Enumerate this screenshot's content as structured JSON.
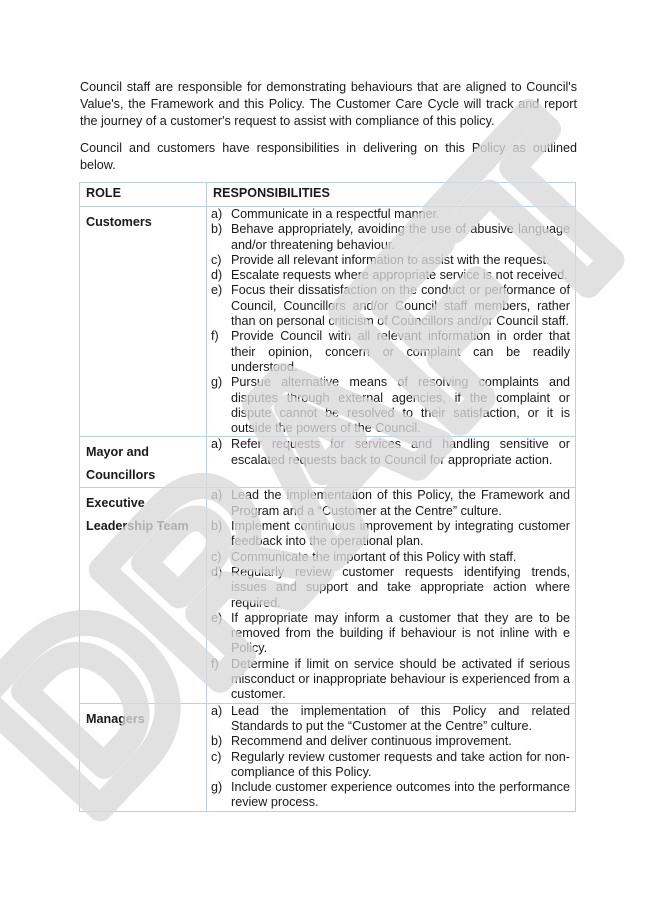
{
  "intro": {
    "paragraph1": "Council staff are responsible for demonstrating behaviours that are aligned to Council's Value's, the Framework and this Policy. The Customer Care Cycle will track and report the journey of a customer's request to assist with compliance of this policy.",
    "paragraph2": "Council and customers have responsibilities in delivering on this Policy as outlined below."
  },
  "table": {
    "headers": [
      "ROLE",
      "RESPONSIBILITIES"
    ],
    "rows": [
      {
        "role_lines": [
          "Customers"
        ],
        "items": [
          {
            "marker": "a)",
            "text": "Communicate in a respectful manner."
          },
          {
            "marker": "b)",
            "text": "Behave appropriately, avoiding the use of abusive language and/or threatening behaviour."
          },
          {
            "marker": "c)",
            "text": "Provide all relevant information to assist with the request."
          },
          {
            "marker": "d)",
            "text": "Escalate requests where appropriate service is not received."
          },
          {
            "marker": "e)",
            "text": "Focus their dissatisfaction on the conduct or performance of Council, Councillors and/or Council staff members, rather than on personal criticism of Councillors and/or Council staff."
          },
          {
            "marker": "f)",
            "text": "Provide Council with all relevant information in order that their opinion, concern or complaint can be readily understood."
          },
          {
            "marker": "g)",
            "text": "Pursue alternative means of resolving complaints and disputes through external agencies, if the complaint or dispute cannot be resolved to their satisfaction, or it is outside the powers of the Council."
          }
        ]
      },
      {
        "role_lines": [
          "Mayor and",
          "Councillors"
        ],
        "items": [
          {
            "marker": "a)",
            "text": "Refer requests for services and handling sensitive or escalated requests back to Council for appropriate action."
          }
        ]
      },
      {
        "role_lines": [
          "Executive",
          "Leadership Team"
        ],
        "items": [
          {
            "marker": "a)",
            "text": "Lead the implementation of this Policy, the Framework and Program and a “Customer at the Centre” culture."
          },
          {
            "marker": "b)",
            "text": "Implement continuous improvement by integrating customer feedback into the operational plan."
          },
          {
            "marker": "c)",
            "text": "Communicate the important of this Policy with staff."
          },
          {
            "marker": "d)",
            "text": "Regularly review customer requests identifying trends, issues and support and take appropriate action where required."
          },
          {
            "marker": "e)",
            "text": "If appropriate may inform a customer that they are to be removed from the building if behaviour is not inline with e Policy."
          },
          {
            "marker": "f)",
            "text": "Determine if limit on service should be activated if serious misconduct or inappropriate behaviour is experienced from a customer."
          }
        ]
      },
      {
        "role_lines": [
          "Managers"
        ],
        "items": [
          {
            "marker": "a)",
            "text": "Lead the implementation of this Policy and related Standards to put the “Customer at the Centre” culture."
          },
          {
            "marker": "b)",
            "text": "Recommend and deliver continuous improvement."
          },
          {
            "marker": "c)",
            "text": "Regularly review customer requests and take action for non-compliance of this Policy."
          },
          {
            "marker": "g)",
            "text": "Include customer experience outcomes into the performance review process."
          }
        ]
      }
    ]
  },
  "watermark": {
    "text": "DRAFT",
    "color": "#d9d9d9"
  }
}
